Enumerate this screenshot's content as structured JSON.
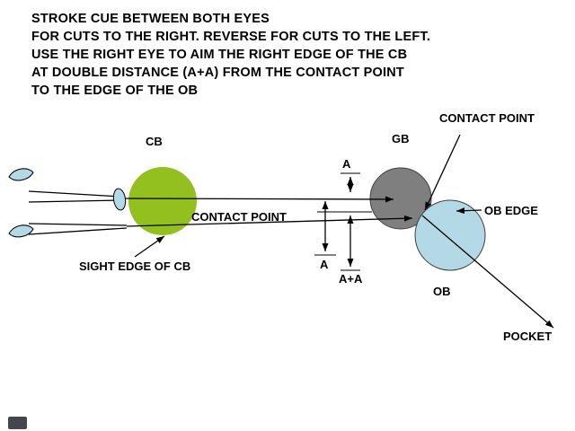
{
  "header": {
    "lines": [
      "STROKE CUE BETWEEN BOTH EYES",
      "FOR CUTS TO THE RIGHT. REVERSE FOR CUTS TO THE LEFT.",
      "USE THE RIGHT EYE TO AIM THE RIGHT EDGE OF THE CB",
      "AT DOUBLE DISTANCE (A+A) FROM THE CONTACT POINT",
      "TO THE EDGE OF THE OB"
    ]
  },
  "diagram": {
    "cb_label": "CB",
    "gb_label": "GB",
    "ob_label": "OB",
    "pocket_label": "POCKET",
    "contact_point_top_label": "CONTACT POINT",
    "contact_point_label": "CONTACT POINT",
    "ob_edge_label": "OB EDGE",
    "sight_edge_label": "SIGHT EDGE OF CB",
    "dim_a_top_label": "A",
    "dim_a_side_label": "A",
    "dim_a_plus_a_label": "A+A"
  },
  "colors": {
    "background": "#FFFFFF",
    "cue_ball": "#93C01F",
    "ghost_ball": "#7F7F7F",
    "object_ball": "#B3D9E6",
    "line": "#000000",
    "text": "#000000"
  }
}
